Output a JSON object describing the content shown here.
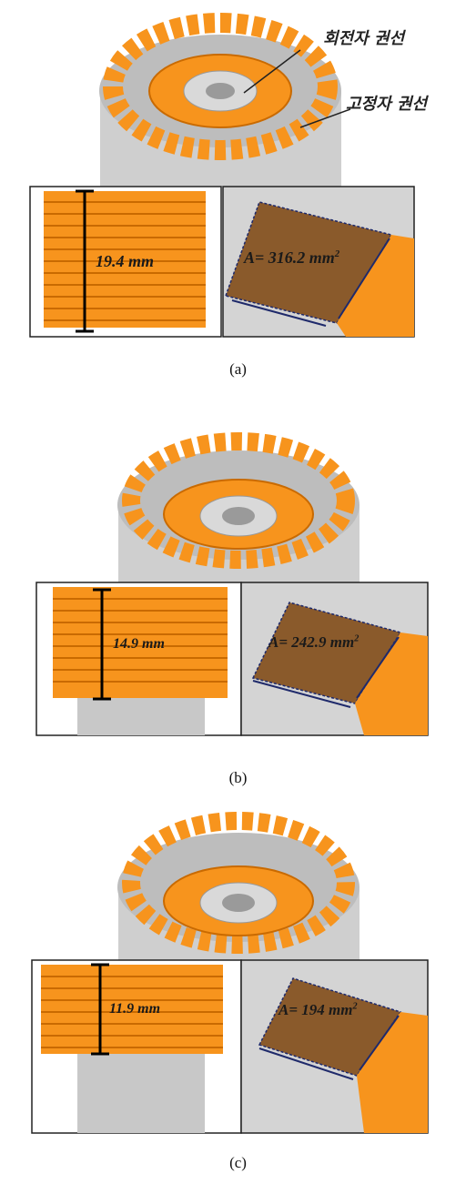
{
  "labels": {
    "rotor_winding": "회전자 권선",
    "stator_winding": "고정자 권선"
  },
  "panels": [
    {
      "caption": "(a)",
      "height_text": "19.4 mm",
      "area_prefix": "A= 316.2 mm",
      "area_exp": "2"
    },
    {
      "caption": "(b)",
      "height_text": "14.9 mm",
      "area_prefix": "A= 242.9 mm",
      "area_exp": "2"
    },
    {
      "caption": "(c)",
      "height_text": "11.9 mm",
      "area_prefix": "A= 194 mm",
      "area_exp": "2"
    }
  ],
  "colors": {
    "winding_orange": "#f7941d",
    "winding_dark": "#c96a00",
    "core_gray": "#c8c8c8",
    "slot_brown": "#8a5a2b",
    "arrow_navy": "#1f2a6b"
  }
}
